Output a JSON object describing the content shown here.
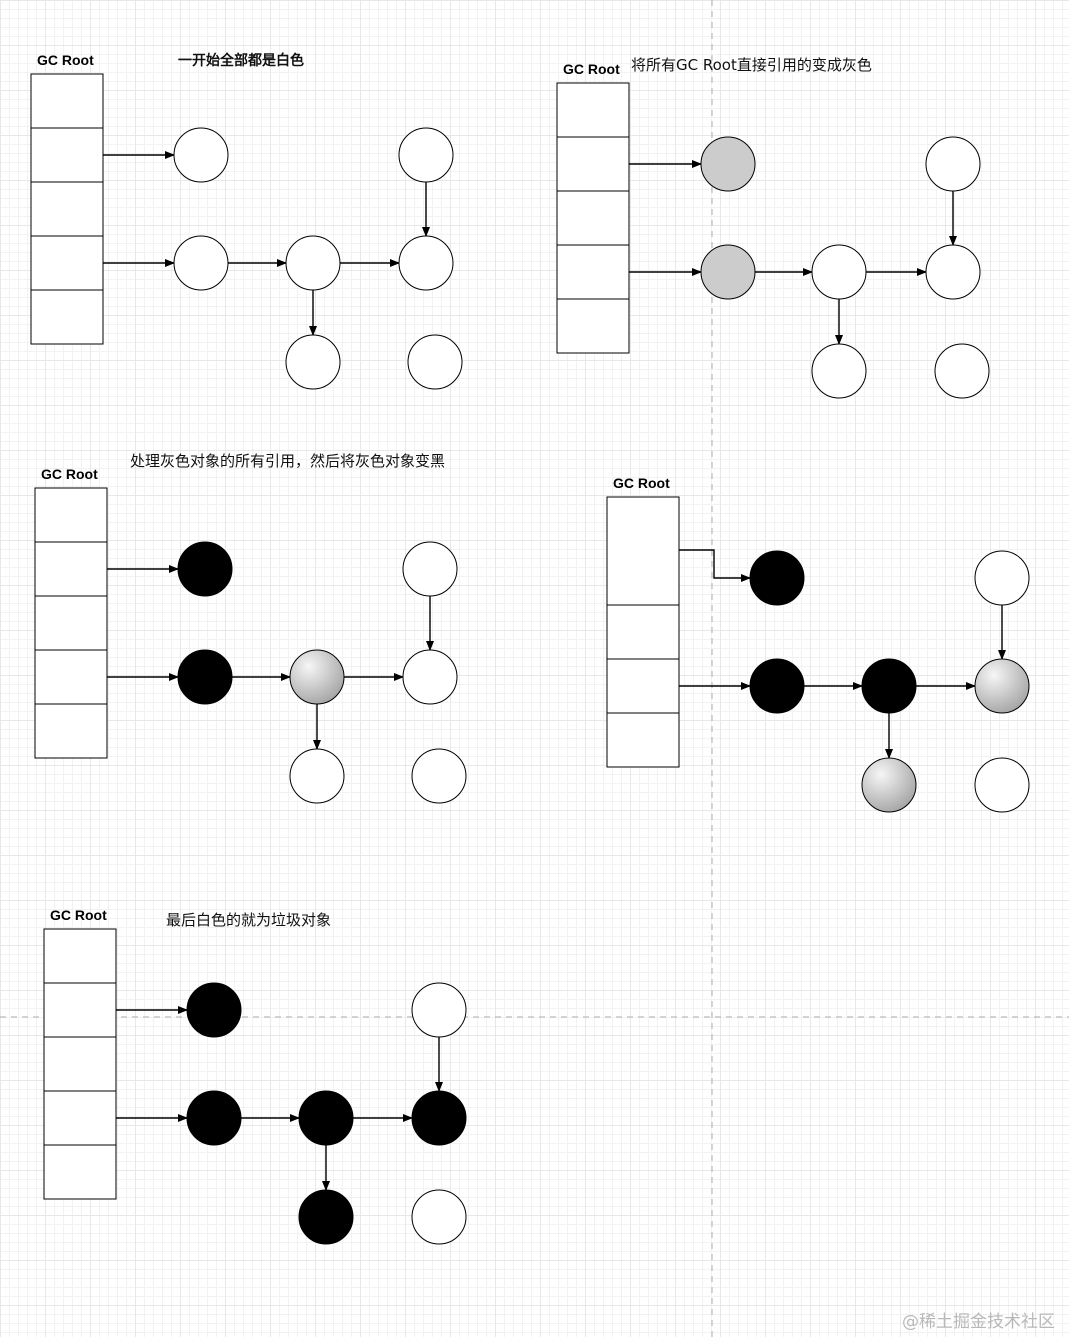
{
  "watermark": "@稀土掘金技术社区",
  "colors": {
    "white_node": "#ffffff",
    "gray_node_top": "#f4f4f4",
    "gray_node_bottom": "#9a9a9a",
    "gray_flat": "#cccccc",
    "black_node": "#000000",
    "stroke": "#000000"
  },
  "panels": [
    {
      "root_label": "GC Root",
      "caption": "一开始全部都是白色",
      "node_states": {
        "n1": "white",
        "n2": "white",
        "n3": "white",
        "n4": "white",
        "n5": "white",
        "n6": "white",
        "n7": "white"
      }
    },
    {
      "root_label": "GC Root",
      "caption": "将所有GC Root直接引用的变成灰色",
      "node_states": {
        "n1": "gray-flat",
        "n2": "gray-flat",
        "n3": "white",
        "n4": "white",
        "n5": "white",
        "n6": "white",
        "n7": "white"
      }
    },
    {
      "root_label": "GC Root",
      "caption": "处理灰色对象的所有引用，然后将灰色对象变黑",
      "node_states": {
        "n1": "black",
        "n2": "black",
        "n3": "gray",
        "n4": "white",
        "n5": "white",
        "n6": "white",
        "n7": "white"
      }
    },
    {
      "root_label": "GC Root",
      "caption": "",
      "node_states": {
        "n1": "black",
        "n2": "black",
        "n3": "black",
        "n4": "gray",
        "n5": "white",
        "n6": "gray",
        "n7": "white"
      }
    },
    {
      "root_label": "GC Root",
      "caption": "最后白色的就为垃圾对象",
      "node_states": {
        "n1": "black",
        "n2": "black",
        "n3": "black",
        "n4": "black",
        "n5": "white",
        "n6": "black",
        "n7": "white"
      }
    }
  ]
}
